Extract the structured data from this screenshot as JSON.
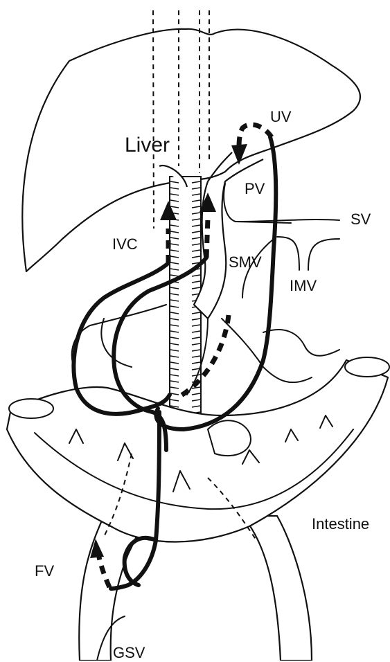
{
  "labels": {
    "liver": "Liver",
    "uv": "UV",
    "pv": "PV",
    "sv": "SV",
    "ivc": "IVC",
    "smv": "SMV",
    "imv": "IMV",
    "intestine": "Intestine",
    "fv": "FV",
    "gsv": "GSV"
  },
  "colors": {
    "line": "#111111",
    "fill": "#ffffff"
  }
}
